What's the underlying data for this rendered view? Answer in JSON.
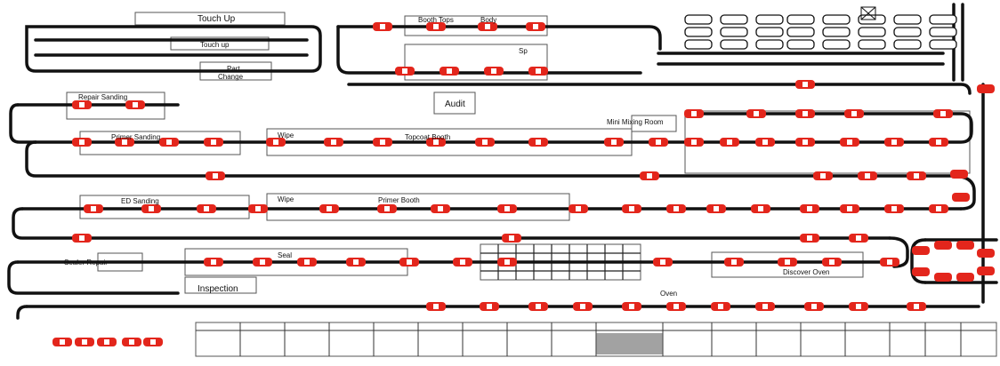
{
  "labels": {
    "touch_up": "Touch Up",
    "touch_up_2": "Touch up",
    "part_change": "Part\nChange",
    "paint_booth_top_1": "Booth Tops",
    "paint_booth_top_2": "Body",
    "paint_booth_top_3": "Sp",
    "audit": "Audit",
    "mini_mixing_room": "Mini Mixing Room",
    "primer_sanding": "Primer Sanding",
    "repair_sanding": "Repair Sanding",
    "topcoat_booth": "Topcoat Booth",
    "ed_sanding": "ED Sanding",
    "primer_booth": "Primer Booth",
    "wipe_1": "Wipe",
    "wipe_2": "Wipe",
    "sealer_repair": "Sealer Repair",
    "seal": "Seal",
    "inspection": "Inspection",
    "oven": "Oven",
    "discover_oven": "Discover Oven"
  }
}
